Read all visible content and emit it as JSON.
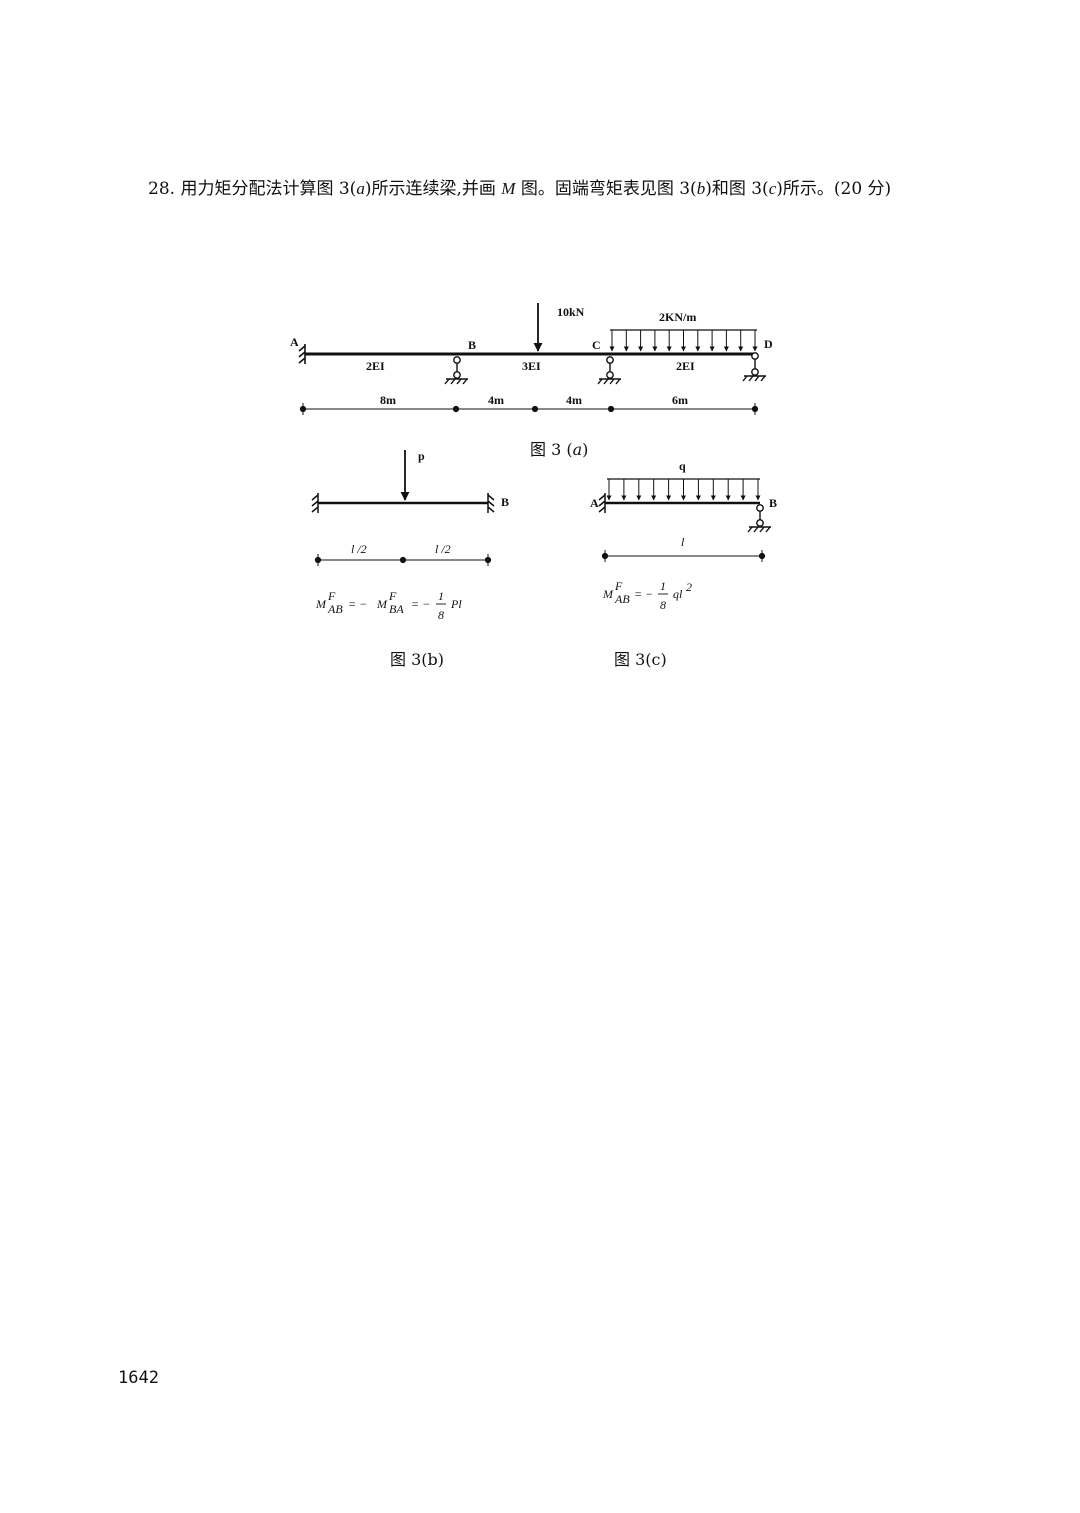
{
  "question": {
    "number": "28.",
    "text_a": "用力矩分配法计算图 3(",
    "ref_a": "a",
    "text_b": ")所示连续梁,并画 ",
    "sym_m": "M",
    "text_c": " 图。固端弯矩表见图 3(",
    "ref_b": "b",
    "text_d": ")和图 3(",
    "ref_c": "c",
    "text_e": ")所示。(20 分)"
  },
  "figure_a": {
    "nodes": [
      "A",
      "B",
      "C",
      "D"
    ],
    "segments": [
      {
        "label": "2EI",
        "length": "8m"
      },
      {
        "label": "3EI",
        "lengths": [
          "4m",
          "4m"
        ]
      },
      {
        "label": "2EI",
        "length": "6m"
      }
    ],
    "point_load": "10kN",
    "distributed_load": "2KN/m",
    "caption_prefix": "图 3 (",
    "caption_letter": "a",
    "caption_suffix": ")"
  },
  "figure_b": {
    "load_label": "p",
    "end_label": "B",
    "dims": [
      "l /2",
      "l /2"
    ],
    "caption": "图 3(b)"
  },
  "figure_c": {
    "load_label": "q",
    "left_label": "A",
    "right_label": "B",
    "span": "l",
    "caption": "图 3(c)"
  },
  "page_number": "1642"
}
